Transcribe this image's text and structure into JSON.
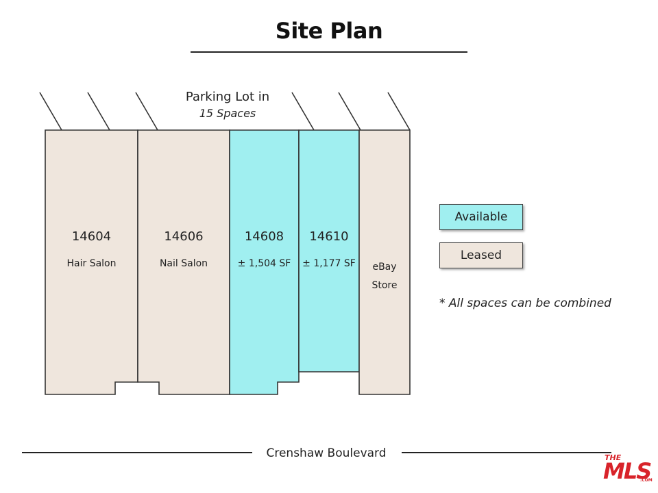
{
  "title": "Site Plan",
  "parking": {
    "line1": "Parking Lot in",
    "line2": "15 Spaces"
  },
  "units": [
    {
      "number": "14604",
      "desc": "Hair Salon",
      "status": "leased"
    },
    {
      "number": "14606",
      "desc": "Nail Salon",
      "status": "leased"
    },
    {
      "number": "14608",
      "desc": "± 1,504 SF",
      "status": "available"
    },
    {
      "number": "14610",
      "desc": "± 1,177 SF",
      "status": "available"
    },
    {
      "number": "",
      "desc_line1": "eBay",
      "desc_line2": "Store",
      "status": "leased"
    }
  ],
  "legend": {
    "available": "Available",
    "leased": "Leased"
  },
  "note": "* All spaces can be combined",
  "street": "Crenshaw Boulevard",
  "logo": {
    "the": "THE",
    "mls": "MLS",
    "com": ".COM"
  },
  "colors": {
    "available": "#a0eff0",
    "leased": "#efe6dd",
    "stroke": "#333333",
    "logo": "#d8232a"
  }
}
